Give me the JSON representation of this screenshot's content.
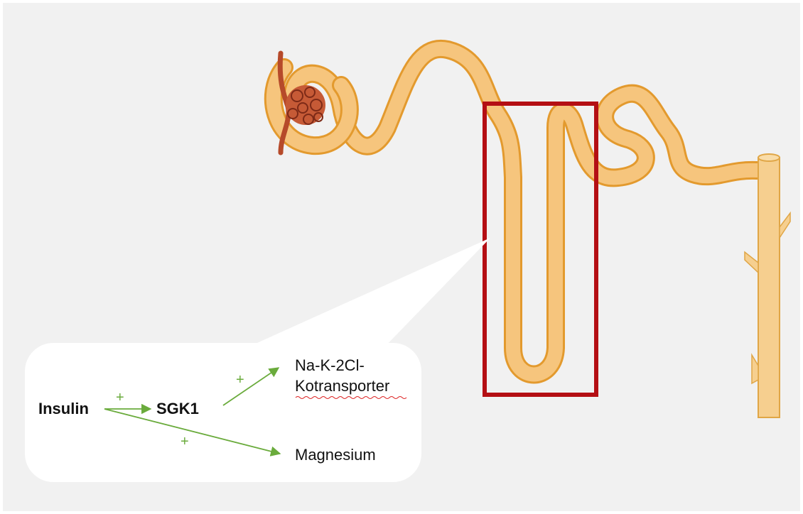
{
  "diagram": {
    "background_color": "#f1f1f1",
    "tubule_color": "#f6c57d",
    "tubule_edge_color": "#e39a2e",
    "glomerulus_color": "#b64a2a",
    "highlight_box_color": "#b40f14",
    "arrow_color": "#6aab3c",
    "callout": {
      "insulin": "Insulin",
      "sgk1": "SGK1",
      "transporter_line1": "Na-K-2Cl-",
      "transporter_line2": "Kotransporter",
      "magnesium": "Magnesium",
      "plus_insulin_sgk1": "+",
      "plus_sgk1_transporter": "+",
      "plus_insulin_magnesium": "+"
    }
  }
}
